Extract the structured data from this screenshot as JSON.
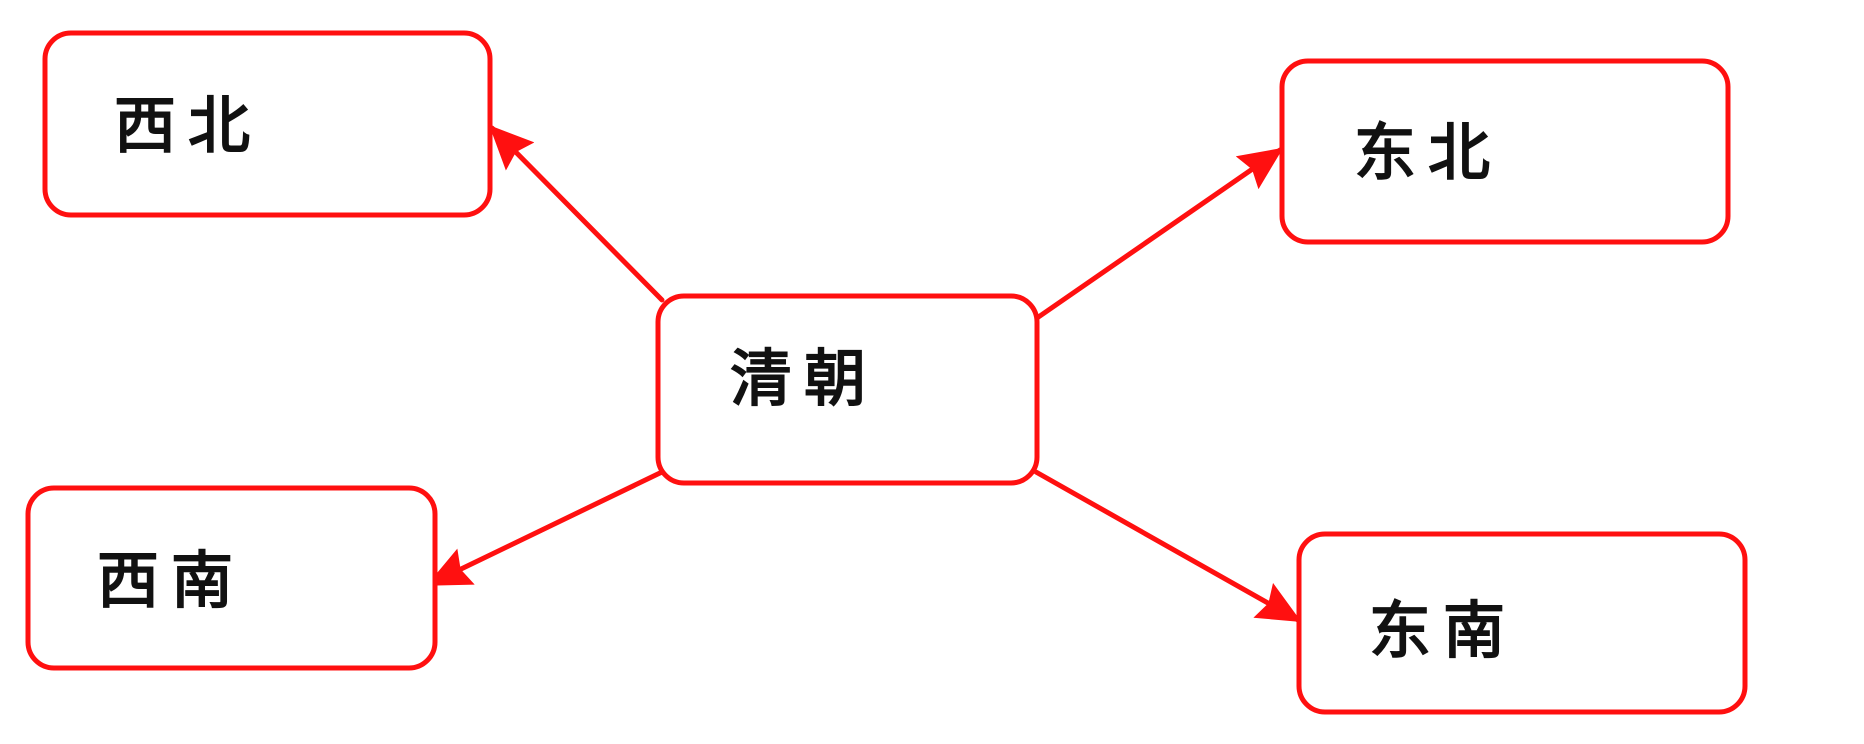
{
  "colors": {
    "stroke": "#ff1010",
    "text": "#111111",
    "background": "#ffffff"
  },
  "center": {
    "label": "清朝"
  },
  "nodes": [
    {
      "id": "northwest",
      "label": "西北"
    },
    {
      "id": "northeast",
      "label": "东北"
    },
    {
      "id": "southwest",
      "label": "西南"
    },
    {
      "id": "southeast",
      "label": "东南"
    }
  ],
  "edges": [
    {
      "from": "清朝",
      "to": "西北"
    },
    {
      "from": "清朝",
      "to": "东北"
    },
    {
      "from": "清朝",
      "to": "西南"
    },
    {
      "from": "清朝",
      "to": "东南"
    }
  ]
}
